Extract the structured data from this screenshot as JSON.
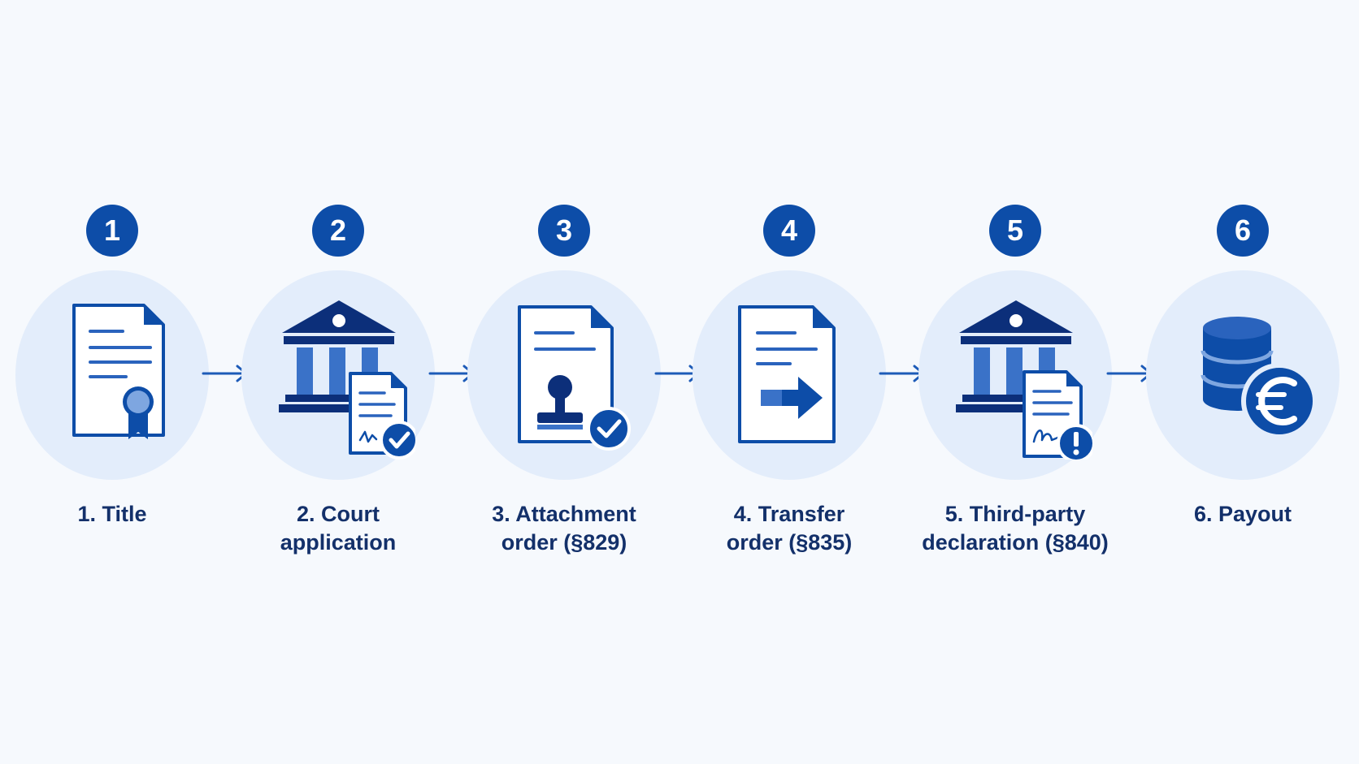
{
  "colors": {
    "background": "#f6f9fd",
    "disc": "#e3edfb",
    "primary": "#0d4da8",
    "dark": "#0c2f7a",
    "accent": "#3a72c8",
    "light_accent": "#7ea6e0",
    "label_text": "#13306a"
  },
  "steps": [
    {
      "number": "1",
      "lines": [
        "1. Title"
      ],
      "icon": "certificate-document-icon"
    },
    {
      "number": "2",
      "lines": [
        "2. Court",
        "application"
      ],
      "icon": "courthouse-document-check-icon"
    },
    {
      "number": "3",
      "lines": [
        "3. Attachment",
        "order (§829)"
      ],
      "icon": "stamped-document-check-icon"
    },
    {
      "number": "4",
      "lines": [
        "4. Transfer",
        "order (§835)"
      ],
      "icon": "document-transfer-arrow-icon"
    },
    {
      "number": "5",
      "lines": [
        "5. Third-party",
        "declaration (§840)"
      ],
      "icon": "courthouse-document-alert-icon"
    },
    {
      "number": "6",
      "lines": [
        "6. Payout"
      ],
      "icon": "coins-euro-icon"
    }
  ],
  "connectors": [
    "arrow-right-icon",
    "arrow-right-icon",
    "arrow-right-icon",
    "arrow-right-icon",
    "arrow-right-icon"
  ]
}
